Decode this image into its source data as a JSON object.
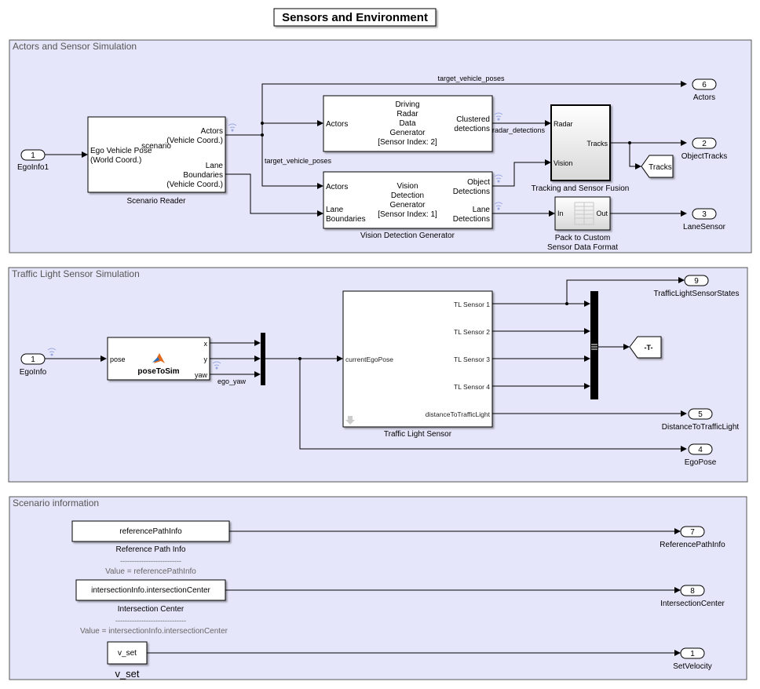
{
  "title": "Sensors and Environment",
  "areas": {
    "actors": "Actors and Sensor Simulation",
    "traffic": "Traffic Light Sensor Simulation",
    "scenario": "Scenario information"
  },
  "scenario_reader": {
    "name": "Scenario Reader",
    "center": "scenario",
    "in_port": [
      "Ego Vehicle Pose",
      "(World Coord.)"
    ],
    "out_actors": [
      "Actors",
      "(Vehicle Coord.)"
    ],
    "out_lanes": [
      "Lane",
      "Boundaries",
      "(Vehicle Coord.)"
    ]
  },
  "radar": {
    "title": [
      "Driving",
      "Radar",
      "Data",
      "Generator",
      "[Sensor Index: 2]"
    ],
    "in_port": "Actors",
    "out_port": [
      "Clustered",
      "detections"
    ]
  },
  "vision": {
    "name": "Vision Detection Generator",
    "title": [
      "Vision",
      "Detection",
      "Generator",
      "[Sensor Index: 1]"
    ],
    "in_actors": "Actors",
    "in_lanes": [
      "Lane",
      "Boundaries"
    ],
    "out_obj": [
      "Object",
      "Detections"
    ],
    "out_lane": [
      "Lane",
      "Detections"
    ]
  },
  "fusion": {
    "name": "Tracking and Sensor Fusion",
    "in_radar": "Radar",
    "in_vision": "Vision",
    "out": "Tracks"
  },
  "pack": {
    "name": [
      "Pack to Custom",
      "Sensor Data Format"
    ],
    "in": "In",
    "out": "Out"
  },
  "goto_tracks": "Tracks",
  "signals": {
    "tvp_top": "target_vehicle_poses",
    "tvp_mid": "target_vehicle_poses",
    "radar_det": "radar_detections",
    "ego_yaw": "ego_yaw"
  },
  "inports": {
    "egoinfo1": {
      "num": "1",
      "label": "EgoInfo1"
    },
    "egoinfo": {
      "num": "1",
      "label": "EgoInfo"
    }
  },
  "outports": {
    "actors": {
      "num": "6",
      "label": "Actors"
    },
    "objecttracks": {
      "num": "2",
      "label": "ObjectTracks"
    },
    "lanesensor": {
      "num": "3",
      "label": "LaneSensor"
    },
    "tlstates": {
      "num": "9",
      "label": "TrafficLightSensorStates"
    },
    "dist": {
      "num": "5",
      "label": "DistanceToTrafficLight"
    },
    "egopose": {
      "num": "4",
      "label": "EgoPose"
    },
    "refpath": {
      "num": "7",
      "label": "ReferencePathInfo"
    },
    "intersection": {
      "num": "8",
      "label": "IntersectionCenter"
    },
    "setvel": {
      "num": "1",
      "label": "SetVelocity"
    }
  },
  "pose_to_sim": {
    "name": "poseToSim",
    "in": "pose",
    "outs": [
      "x",
      "y",
      "yaw"
    ]
  },
  "tl_sensor": {
    "name": "Traffic Light Sensor",
    "in": "currentEgoPose",
    "outs": [
      "TL Sensor 1",
      "TL Sensor 2",
      "TL Sensor 3",
      "TL Sensor 4",
      "distanceToTrafficLight"
    ]
  },
  "goto_t": "-T-",
  "constants": {
    "refpath": {
      "value": "referencePathInfo",
      "name": "Reference Path Info",
      "sep": "--------------------------",
      "annot": "Value = referencePathInfo"
    },
    "intersection": {
      "value": "intersectionInfo.intersectionCenter",
      "name": "Intersection Center",
      "sep": "------------------------------",
      "annot": "Value = intersectionInfo.intersectionCenter"
    },
    "vset": {
      "value": "v_set",
      "name": "v_set"
    }
  }
}
